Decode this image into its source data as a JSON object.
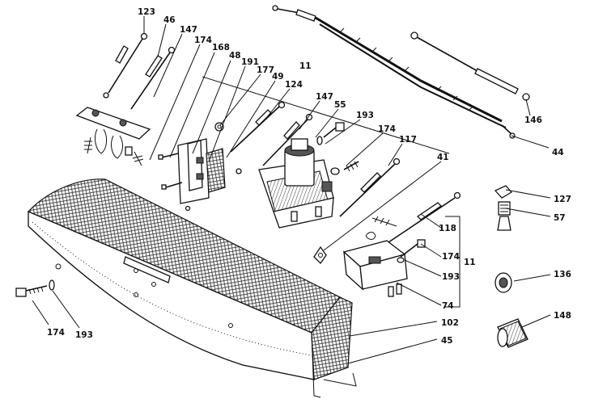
{
  "diagram": {
    "callouts": [
      {
        "id": "c1",
        "text": "123"
      },
      {
        "id": "c2",
        "text": "46"
      },
      {
        "id": "c3",
        "text": "147"
      },
      {
        "id": "c4",
        "text": "174"
      },
      {
        "id": "c5",
        "text": "168"
      },
      {
        "id": "c6",
        "text": "48"
      },
      {
        "id": "c7",
        "text": "191"
      },
      {
        "id": "c8",
        "text": "177"
      },
      {
        "id": "c9",
        "text": "49"
      },
      {
        "id": "c10",
        "text": "124"
      },
      {
        "id": "c11",
        "text": "11"
      },
      {
        "id": "c12",
        "text": "147"
      },
      {
        "id": "c13",
        "text": "55"
      },
      {
        "id": "c14",
        "text": "193"
      },
      {
        "id": "c15",
        "text": "174"
      },
      {
        "id": "c16",
        "text": "117"
      },
      {
        "id": "c17",
        "text": "41"
      },
      {
        "id": "c18",
        "text": "146"
      },
      {
        "id": "c19",
        "text": "44"
      },
      {
        "id": "c20",
        "text": "127"
      },
      {
        "id": "c21",
        "text": "57"
      },
      {
        "id": "c22",
        "text": "118"
      },
      {
        "id": "c23",
        "text": "174"
      },
      {
        "id": "c24",
        "text": "11"
      },
      {
        "id": "c25",
        "text": "193"
      },
      {
        "id": "c26",
        "text": "74"
      },
      {
        "id": "c27",
        "text": "136"
      },
      {
        "id": "c28",
        "text": "102"
      },
      {
        "id": "c29",
        "text": "148"
      },
      {
        "id": "c30",
        "text": "45"
      },
      {
        "id": "c31",
        "text": "174"
      },
      {
        "id": "c32",
        "text": "193"
      }
    ]
  }
}
